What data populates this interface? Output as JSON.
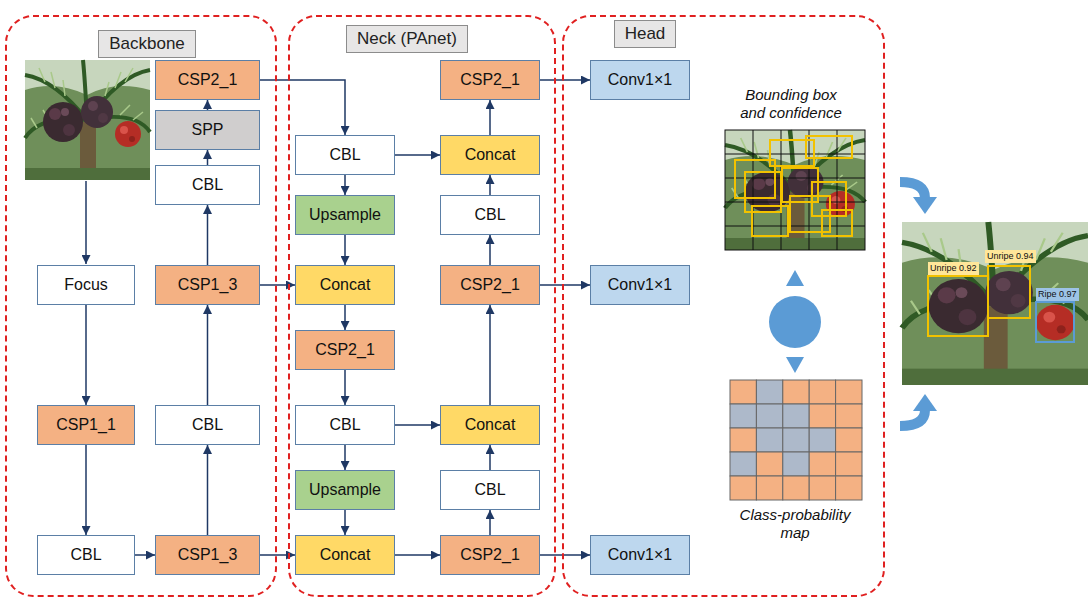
{
  "diagram": {
    "nodes": [
      {
        "text": [
          "Backbone"
        ]
      },
      {
        "text": [
          "CSP2_1"
        ],
        "in": 0
      },
      {
        "text": [
          "SPP"
        ],
        "in": 0
      },
      {
        "text": [
          "CBL"
        ],
        "in": 0
      },
      {
        "text": [
          "Focus"
        ],
        "in": 0
      },
      {
        "text": [
          "CSP1_3"
        ],
        "in": 0
      },
      {
        "text": [
          "CSP1_1"
        ],
        "in": 0
      },
      {
        "text": [
          "CBL"
        ],
        "in": 0
      },
      {
        "text": [
          "CBL"
        ],
        "in": 0
      },
      {
        "text": [
          "CSP1_3"
        ],
        "in": 0
      },
      {
        "text": [
          "Neck (PAnet)"
        ]
      },
      {
        "text": [
          "CSP2_1"
        ],
        "in": 10
      },
      {
        "text": [
          "CBL"
        ],
        "in": 10
      },
      {
        "text": [
          "Concat"
        ],
        "in": 10
      },
      {
        "text": [
          "Upsample"
        ],
        "in": 10
      },
      {
        "text": [
          "CBL"
        ],
        "in": 10
      },
      {
        "text": [
          "Concat"
        ],
        "in": 10
      },
      {
        "text": [
          "CSP2_1"
        ],
        "in": 10
      },
      {
        "text": [
          "CSP2_1"
        ],
        "in": 10
      },
      {
        "text": [
          "CBL"
        ],
        "in": 10
      },
      {
        "text": [
          "Concat"
        ],
        "in": 10
      },
      {
        "text": [
          "Upsample"
        ],
        "in": 10
      },
      {
        "text": [
          "CBL"
        ],
        "in": 10
      },
      {
        "text": [
          "Concat"
        ],
        "in": 10
      },
      {
        "text": [
          "CSP2_1"
        ],
        "in": 10
      },
      {
        "text": [
          "Head"
        ]
      },
      {
        "text": [
          "Conv1×1"
        ],
        "in": 25
      },
      {
        "text": [
          "Conv1×1"
        ],
        "in": 25
      },
      {
        "text": [
          "Conv1×1"
        ],
        "in": 25
      }
    ],
    "edges": [
      {
        "from": 4,
        "to": 6,
        "arrow": "to"
      },
      {
        "from": 6,
        "to": 8,
        "arrow": "to"
      },
      {
        "from": 8,
        "to": 9,
        "arrow": "to"
      },
      {
        "from": 9,
        "to": 7,
        "arrow": "to"
      },
      {
        "from": 7,
        "to": 5,
        "arrow": "to"
      },
      {
        "from": 5,
        "to": 3,
        "arrow": "to"
      },
      {
        "from": 3,
        "to": 2,
        "arrow": "to"
      },
      {
        "from": 2,
        "to": 1,
        "arrow": "to"
      },
      {
        "from": 1,
        "to": 12,
        "arrow": "to"
      },
      {
        "from": 5,
        "to": 16,
        "arrow": "to"
      },
      {
        "from": 9,
        "to": 23,
        "arrow": "to"
      },
      {
        "from": 12,
        "to": 14,
        "arrow": "to"
      },
      {
        "from": 14,
        "to": 16,
        "arrow": "to"
      },
      {
        "from": 16,
        "to": 18,
        "arrow": "to"
      },
      {
        "from": 18,
        "to": 19,
        "arrow": "to"
      },
      {
        "from": 19,
        "to": 21,
        "arrow": "to"
      },
      {
        "from": 21,
        "to": 23,
        "arrow": "to"
      },
      {
        "from": 23,
        "to": 24,
        "arrow": "to"
      },
      {
        "from": 24,
        "to": 22,
        "arrow": "to"
      },
      {
        "from": 22,
        "to": 20,
        "arrow": "to"
      },
      {
        "from": 20,
        "to": 17,
        "arrow": "to"
      },
      {
        "from": 17,
        "to": 15,
        "arrow": "to"
      },
      {
        "from": 15,
        "to": 13,
        "arrow": "to"
      },
      {
        "from": 13,
        "to": 11,
        "arrow": "to"
      },
      {
        "from": 12,
        "to": 13,
        "arrow": "to"
      },
      {
        "from": 19,
        "to": 20,
        "arrow": "to"
      },
      {
        "from": 11,
        "to": 26,
        "arrow": "to"
      },
      {
        "from": 17,
        "to": 27,
        "arrow": "to"
      },
      {
        "from": 24,
        "to": 28,
        "arrow": "to"
      }
    ],
    "labels": [
      "Bounding box and confidence",
      "Unripe 0.94",
      "Unripe 0.92",
      "Ripe 0.97",
      "Class-probability map"
    ]
  }
}
